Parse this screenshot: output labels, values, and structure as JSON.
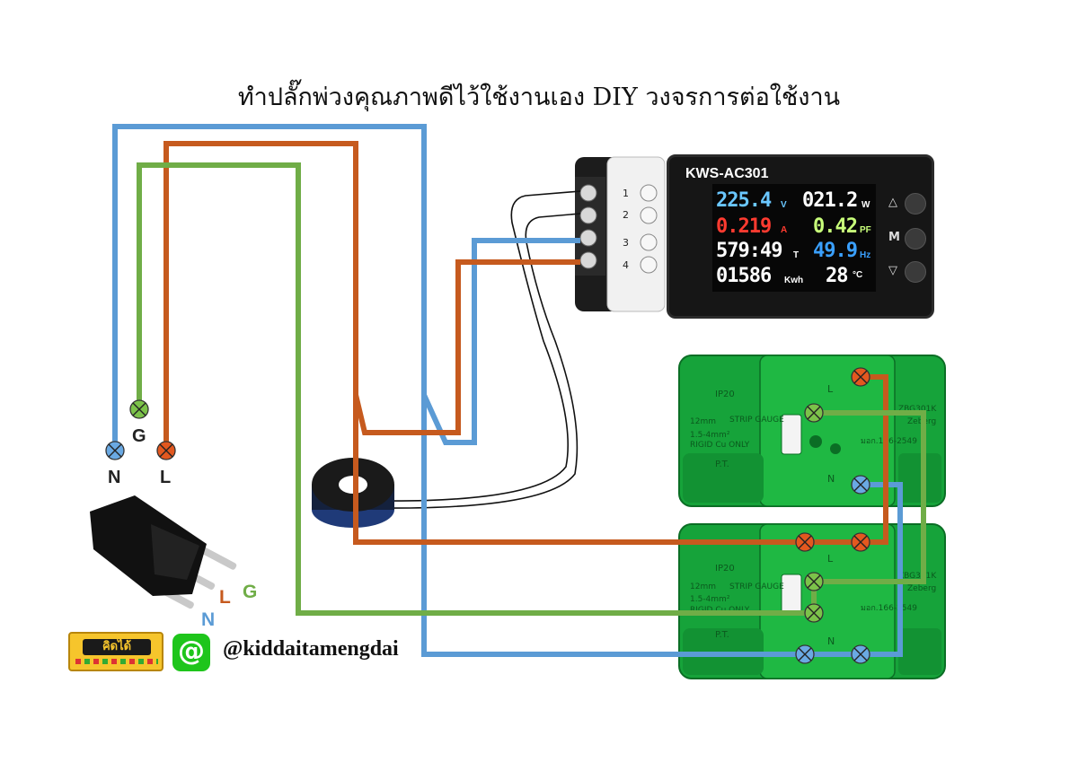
{
  "title": "ทำปลั๊กพ่วงคุณภาพดีไว้ใช้งานเอง DIY  วงจรการต่อใช้งาน",
  "wire_labels": {
    "n": "N",
    "g": "G",
    "l": "L"
  },
  "plug_labels": {
    "l": "L",
    "g": "G",
    "n": "N"
  },
  "terminal_numbers": [
    "1",
    "2",
    "3",
    "4"
  ],
  "meter": {
    "model": "KWS-AC301",
    "voltage": "225.4",
    "voltage_unit": "V",
    "power": "021.2",
    "power_unit": "W",
    "current": "0.219",
    "current_unit": "A",
    "pf": "0.42",
    "pf_unit": "PF",
    "time": "579:49",
    "time_unit": "T",
    "freq": "49.9",
    "freq_unit": "Hz",
    "energy": "01586",
    "energy_unit": "Kwh",
    "temp": "28",
    "temp_unit": "°C",
    "buttons": [
      "△",
      "M",
      "▽"
    ]
  },
  "outlet": {
    "l_mark": "L",
    "n_mark": "N",
    "ip": "IP20",
    "strip_gauge": "STRIP GAUGE",
    "mm": "12mm",
    "wire_spec": "1.5-4mm²",
    "rigid": "RIGID Cu ONLY",
    "pt": "P.T.",
    "model": "ZBG301K",
    "brand": "Zeberg",
    "tis": "มอก.166-2549"
  },
  "logo_text": "คิดได้",
  "handle": "@kiddaitamengdai",
  "colors": {
    "live": "#c65a1e",
    "neutral": "#5b9bd5",
    "ground": "#70ad47",
    "outlet": "#16a33a",
    "meter": "#161616"
  }
}
